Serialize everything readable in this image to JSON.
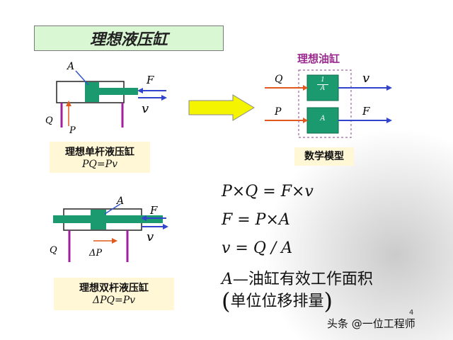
{
  "slide": {
    "title": "理想液压缸",
    "page_number": "4",
    "watermark": "头条 @一位工程师"
  },
  "single_rod": {
    "label_A": "A",
    "label_F": "F",
    "label_v": "v",
    "label_Q": "Q",
    "label_P": "P",
    "caption_line1": "理想单杆液压缸",
    "caption_line2": "PQ=Pv"
  },
  "double_rod": {
    "label_A": "A",
    "label_F": "F",
    "label_v": "v",
    "label_Q": "Q",
    "label_dP": "ΔP",
    "caption_line1": "理想双杆液压缸",
    "caption_line2": "ΔPQ=Pv"
  },
  "math_model": {
    "box_title": "理想油缸",
    "label_Q": "Q",
    "label_P": "P",
    "label_v": "v",
    "label_F": "F",
    "block1_num": "1",
    "block1_den": "A",
    "block2": "A",
    "caption": "数学模型"
  },
  "equations": {
    "eq1": "P×Q = F×v",
    "eq2": "F = P×A",
    "eq3": "v = Q / A",
    "eq4_var": "A",
    "eq4_text": "—油缸有效工作面积",
    "eq5": "单位位移排量"
  }
}
